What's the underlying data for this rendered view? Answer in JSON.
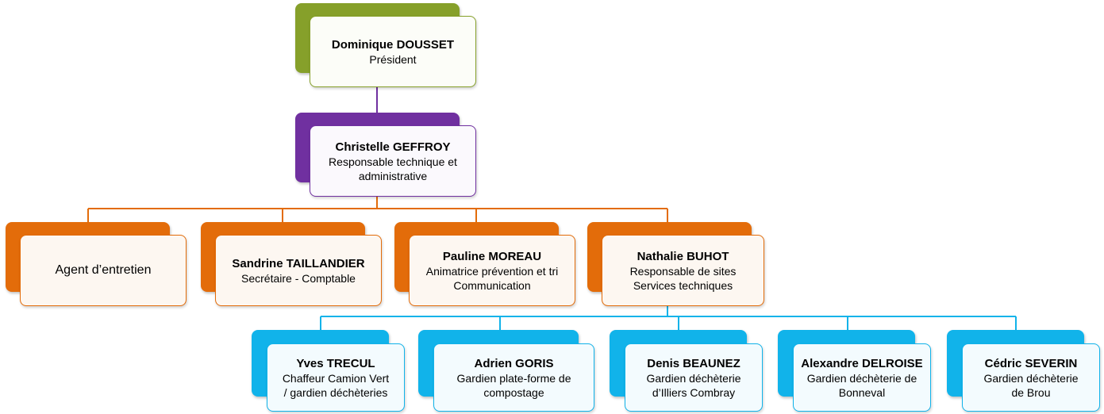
{
  "colors": {
    "president": "#86a02a",
    "manager": "#7030a0",
    "staff": "#e36c0a",
    "field": "#11b3ea"
  },
  "president": {
    "name": "Dominique DOUSSET",
    "role": "Président"
  },
  "manager": {
    "name": "Christelle GEFFROY",
    "role_line1": "Responsable technique et",
    "role_line2": "administrative"
  },
  "staff": [
    {
      "name": "",
      "role_line1": "Agent d’entretien",
      "role_line2": ""
    },
    {
      "name": "Sandrine TAILLANDIER",
      "role_line1": "Secrétaire - Comptable",
      "role_line2": ""
    },
    {
      "name": "Pauline MOREAU",
      "role_line1": "Animatrice prévention et tri",
      "role_line2": "Communication"
    },
    {
      "name": "Nathalie BUHOT",
      "role_line1": "Responsable de sites",
      "role_line2": "Services techniques"
    }
  ],
  "field": [
    {
      "name": "Yves TRECUL",
      "role_line1": "Chaffeur Camion Vert",
      "role_line2": "/ gardien déchèteries"
    },
    {
      "name": "Adrien GORIS",
      "role_line1": "Gardien plate-forme de",
      "role_line2": "compostage"
    },
    {
      "name": "Denis BEAUNEZ",
      "role_line1": "Gardien déchèterie",
      "role_line2": "d’Illiers Combray"
    },
    {
      "name": "Alexandre DELROISE",
      "role_line1": "Gardien déchèterie de",
      "role_line2": "Bonneval"
    },
    {
      "name": "Cédric SEVERIN",
      "role_line1": "Gardien déchèterie",
      "role_line2": "de Brou"
    }
  ]
}
